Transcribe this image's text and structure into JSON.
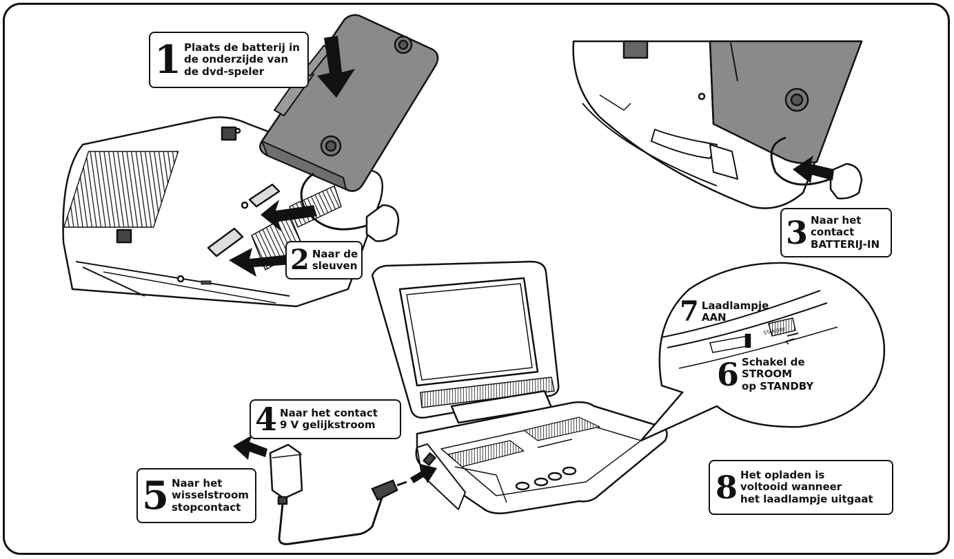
{
  "steps": [
    {
      "num": "1",
      "lines": [
        "Plaats de batterij in",
        "de onderzijde van",
        "de dvd-speler"
      ]
    },
    {
      "num": "2",
      "lines": [
        "Naar de",
        "sleuven"
      ]
    },
    {
      "num": "3",
      "lines": [
        "Naar het",
        "contact",
        "BATTERIJ-IN"
      ]
    },
    {
      "num": "4",
      "lines": [
        "Naar het contact",
        "9 V gelijkstroom"
      ]
    },
    {
      "num": "5",
      "lines": [
        "Naar het",
        "wisselstroom",
        "stopcontact"
      ]
    },
    {
      "num": "6",
      "lines": [
        "Schakel de",
        "STROOM",
        "op STANDBY"
      ]
    },
    {
      "num": "7",
      "lines": [
        "Laadlampje",
        "AAN"
      ]
    },
    {
      "num": "8",
      "lines": [
        "Het opladen is",
        "voltooid wanneer",
        "het laadlampje uitgaat"
      ]
    }
  ],
  "switch_label": "STANDBY",
  "colors": {
    "line": "#111111",
    "battery": "#8a8a8a",
    "background": "#ffffff"
  }
}
